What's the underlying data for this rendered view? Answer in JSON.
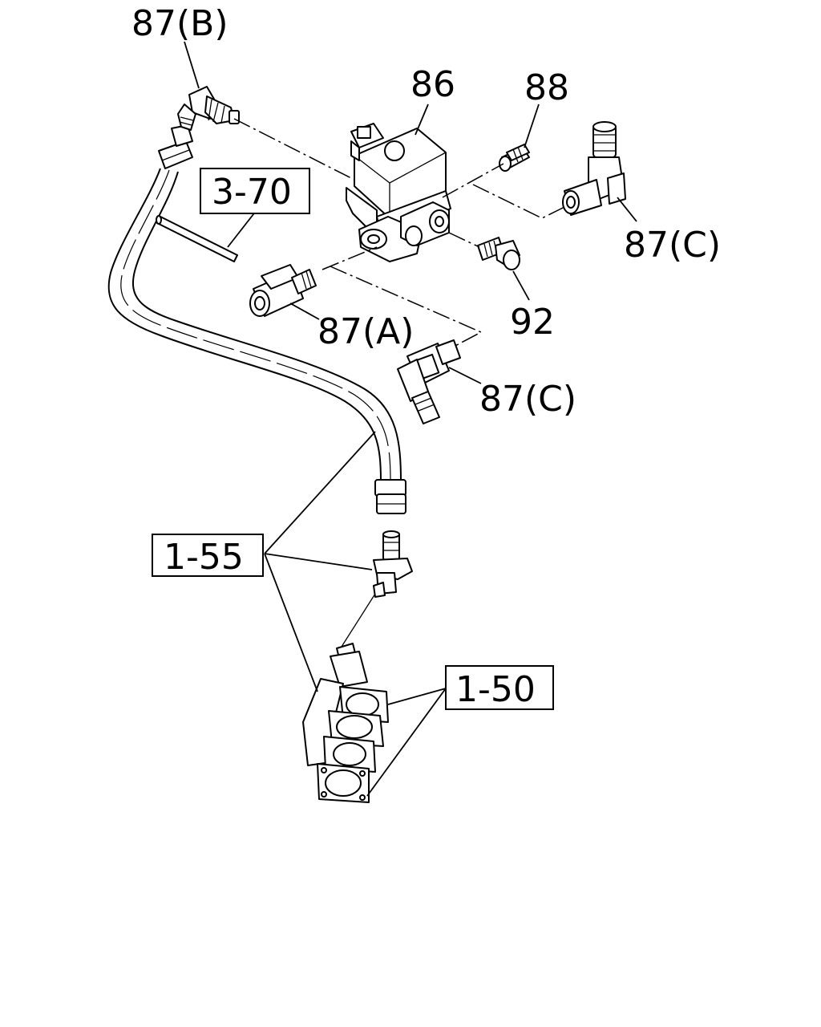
{
  "callouts": {
    "valve": "86",
    "plug": "88",
    "bolt": "92",
    "connector_a": "87(A)",
    "connector_b": "87(B)",
    "connector_c_upper": "87(C)",
    "connector_c_lower": "87(C)"
  },
  "reference_boxes": {
    "ref_3_70": "3-70",
    "ref_1_55": "1-55",
    "ref_1_50": "1-50"
  }
}
